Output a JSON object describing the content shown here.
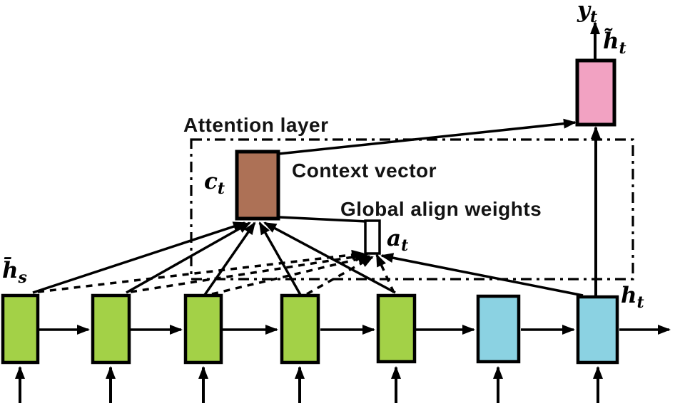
{
  "diagram": {
    "labels": {
      "attention_layer": "Attention layer",
      "context_vector": "Context vector",
      "global_align_weights": "Global align weights"
    },
    "math": {
      "output": {
        "base": "y",
        "sub": "t"
      },
      "attentional_hidden": {
        "base": "h̃",
        "sub": "t"
      },
      "context": {
        "base": "c",
        "sub": "t"
      },
      "align_weights": {
        "base": "a",
        "sub": "t"
      },
      "source_hidden": {
        "base": "h̄",
        "sub": "s"
      },
      "target_hidden": {
        "base": "h",
        "sub": "t"
      }
    },
    "colors": {
      "encoder_cell": "#a3d147",
      "decoder_cell": "#8bd2e2",
      "context_vector": "#ad7156",
      "attentional_vector": "#f2a2c2",
      "align_weights_bar": "#ffffff",
      "line": "#000000",
      "background": "#ffffff"
    },
    "structure": {
      "encoder_cells": 5,
      "decoder_cells": 2,
      "total_cells": 7
    }
  }
}
